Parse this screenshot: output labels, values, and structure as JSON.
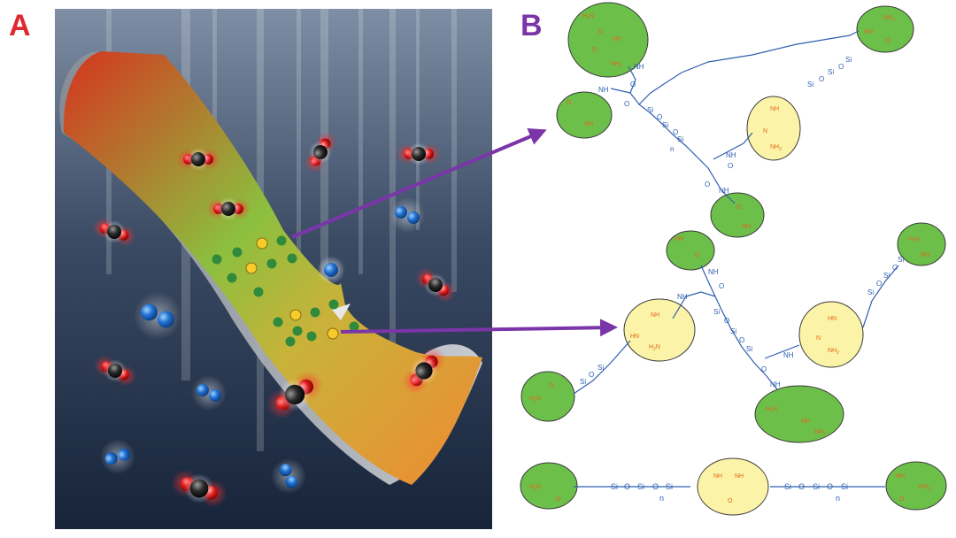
{
  "panel_a": {
    "letter": "A"
  },
  "panel_b": {
    "letter": "B"
  },
  "colors": {
    "letter_a": "#e0282f",
    "letter_b": "#7a35a8",
    "arrow": "#7a35a8",
    "group_green": "#6cc04a",
    "group_yellow": "#fbf4a8",
    "backbone": "#2f5fb0",
    "label": "#e0651c",
    "bg_top": "#7e8ea4",
    "bg_bottom": "#17243a",
    "film_red": "#d6341f",
    "film_orange": "#ef8a32",
    "film_green": "#8cbf3e",
    "dot_green": "#2f8a3c",
    "dot_yellow": "#f6cc2b"
  },
  "chem": {
    "nh": "NH",
    "hn": "HN",
    "nh2": "NH",
    "h2n": "H",
    "sub2": "2",
    "n": "N",
    "o": "O",
    "si": "Si",
    "sub_n": "n"
  }
}
